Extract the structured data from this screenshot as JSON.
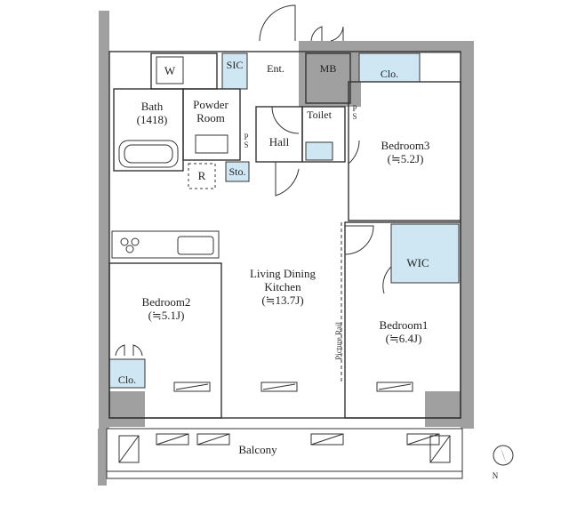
{
  "rooms": {
    "bath": {
      "name": "Bath",
      "size": "(1418)"
    },
    "powder": {
      "line1": "Powder",
      "line2": "Room"
    },
    "sic": "SIC",
    "ent": "Ent.",
    "mb": "MB",
    "clo_top": "Clo.",
    "toilet": "Toilet",
    "hall": "Hall",
    "sto": "Sto.",
    "r": "R",
    "w": "W",
    "bedroom3": {
      "name": "Bedroom3",
      "size": "(≒5.2J)"
    },
    "wic": "WIC",
    "ldk": {
      "line1": "Living Dining",
      "line2": "Kitchen",
      "size": "(≒13.7J)"
    },
    "bedroom2": {
      "name": "Bedroom2",
      "size": "(≒5.1J)"
    },
    "clo_left": "Clo.",
    "bedroom1": {
      "name": "Bedroom1",
      "size": "(≒6.4J)"
    },
    "balcony": "Balcony"
  },
  "ps_marks": [
    "P",
    "S"
  ],
  "picture_rail": "Picture Rail",
  "compass_label": "N",
  "colors": {
    "wall": "#a0a0a0",
    "storage": "#cfe6f3",
    "line": "#333333"
  }
}
